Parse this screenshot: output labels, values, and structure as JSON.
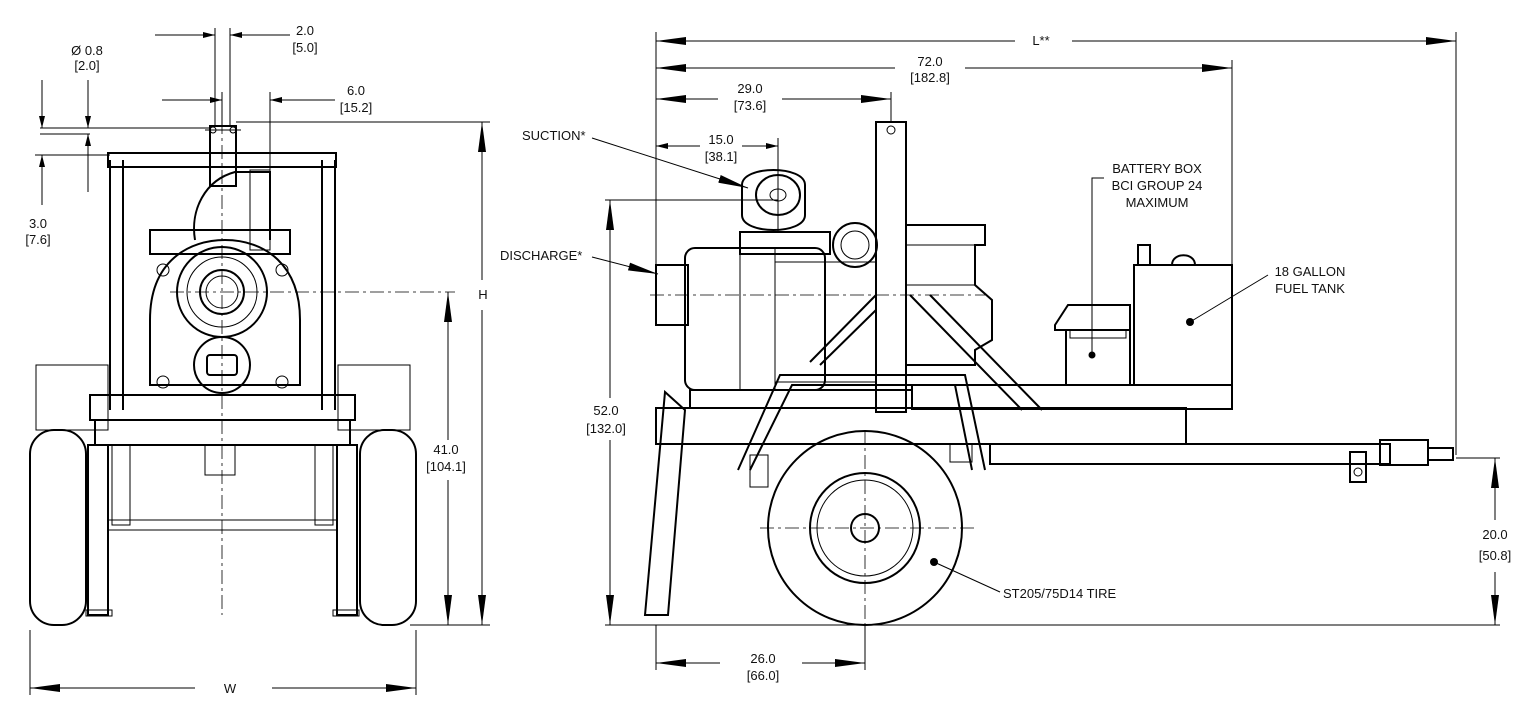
{
  "front_view": {
    "dimensions": {
      "hole_dia": {
        "value": "Ø 0.8",
        "metric": "[2.0]"
      },
      "spacing": {
        "value": "2.0",
        "metric": "[5.0]"
      },
      "offset": {
        "value": "6.0",
        "metric": "[15.2]"
      },
      "lug_height": {
        "value": "3.0",
        "metric": "[7.6]"
      },
      "center_height": {
        "value": "41.0",
        "metric": "[104.1]"
      },
      "height_label": "H",
      "width_label": "W"
    }
  },
  "side_view": {
    "dimensions": {
      "length_label": "L**",
      "length_to_tank": {
        "value": "72.0",
        "metric": "[182.8]"
      },
      "length_to_mast": {
        "value": "29.0",
        "metric": "[73.6]"
      },
      "suction_offset": {
        "value": "15.0",
        "metric": "[38.1]"
      },
      "suction_height": {
        "value": "52.0",
        "metric": "[132.0]"
      },
      "hitch_height": {
        "value": "20.0",
        "metric": "[50.8]"
      },
      "axle_offset": {
        "value": "26.0",
        "metric": "[66.0]"
      }
    },
    "callouts": {
      "suction": "SUCTION*",
      "discharge": "DISCHARGE*",
      "battery_line1": "BATTERY BOX",
      "battery_line2": "BCI GROUP 24",
      "battery_line3": "MAXIMUM",
      "fuel_line1": "18 GALLON",
      "fuel_line2": "FUEL TANK",
      "tire": "ST205/75D14 TIRE"
    }
  }
}
